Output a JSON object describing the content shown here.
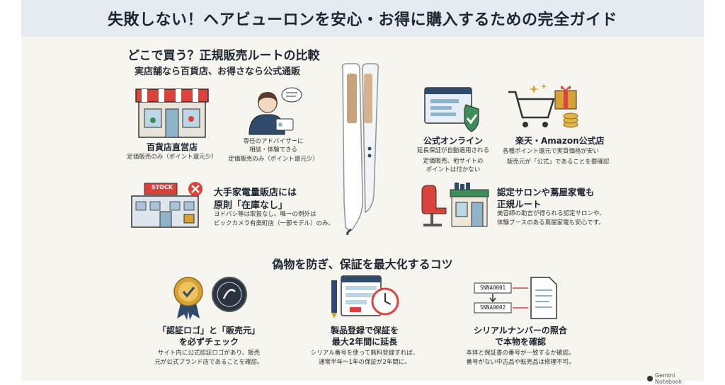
{
  "title": "失敗しない！ヘアビューロンを安心・お得に購入するための完全ガイド",
  "section1": {
    "heading": "どこで買う？正規販売ルートの比較",
    "subheading": "実店舗なら百貨店、お得さなら公式通販"
  },
  "stores": {
    "department": {
      "name": "百貨店直営店",
      "note": "定価販売のみ（ポイント還元少）"
    },
    "advisor": {
      "note1": "専任のアドバイザーに",
      "note2": "相談・体験できる",
      "note3": "定価販売のみ（ポイント還元少）"
    },
    "electronics": {
      "sign": "STOCK",
      "name1": "大手家電量販店には",
      "name2": "原則「在庫なし」",
      "note1": "ヨドバシ等は取扱なし。唯一の例外は",
      "note2": "ビックカメラ有楽町店（一部モデル）のみ。"
    },
    "official": {
      "name": "公式オンライン",
      "note1": "延長保証が自動適用される",
      "note2": "定価販売、他サイトの",
      "note3": "ポイントは付かない"
    },
    "marketplace": {
      "name": "楽天・Amazon公式店",
      "note1": "各種ポイント還元で実質価格が安い",
      "note2": "販売元が「公式」であることを要確認"
    },
    "salon": {
      "name1": "認定サロンや蔦屋家電も",
      "name2": "正規ルート",
      "note1": "美容師の助言が得られる認定サロンや、",
      "note2": "体験ブースのある蔦屋家電も安心です。"
    }
  },
  "section2": {
    "heading": "偽物を防ぎ、保証を最大化するコツ"
  },
  "tips": {
    "logo": {
      "title1": "「認証ロゴ」と「販売元」",
      "title2": "を必ずチェック",
      "note1": "サイト内に公式認証ロゴがあり、販売",
      "note2": "元が公式ブランド店であることを確認。"
    },
    "register": {
      "title1": "製品登録で保証を",
      "title2": "最大2年間に延長",
      "note1": "シリアル番号を使って無料登録すれば、",
      "note2": "通常半年〜1年の保証が2年間に。"
    },
    "serial": {
      "title1": "シリアルナンバーの照合",
      "title2": "で本物を確認",
      "note1": "本体と保証書の番号が一致するか確認。",
      "note2": "番号がない中古品や転売品は修理不可。",
      "code1": "SNNA0001",
      "code2": "SNNA0002"
    }
  },
  "brand": "Gemini Notebook",
  "colors": {
    "accent_red": "#d9433b",
    "accent_green": "#3c8d5a",
    "navy": "#2f4a6b",
    "gold": "#d7a235"
  }
}
